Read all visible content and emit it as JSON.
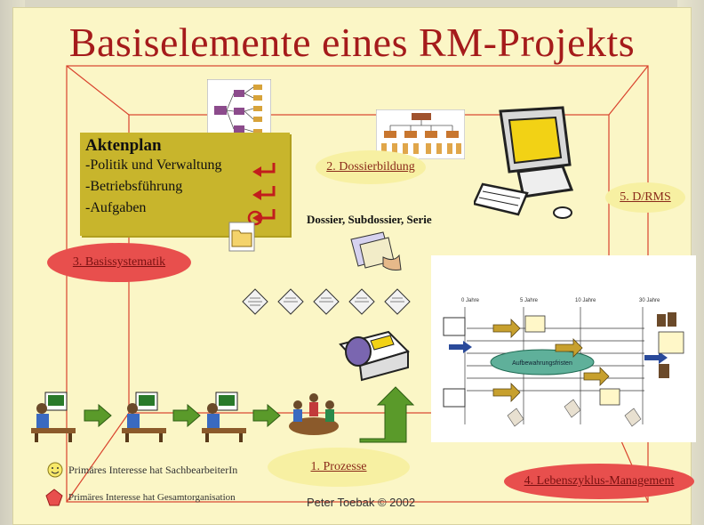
{
  "slide": {
    "title": "Basiselemente eines RM-Projekts",
    "author": "Peter Toebak © 2002"
  },
  "aktenplan": {
    "heading": "Aktenplan",
    "items": [
      "-Politik und Verwaltung",
      "-Betriebsführung",
      "-Aufgaben"
    ]
  },
  "ovals": {
    "dossierbildung": "2. Dossierbildung",
    "drms": "5. D/RMS",
    "basissystematik": "3. Basissystematik",
    "prozesse": "1. Prozesse",
    "lebenszyklus": "4. Lebenszyklus-Management"
  },
  "dossier_caption": "Dossier, Subdossier, Serie",
  "legend": {
    "smiley": "Primäres Interesse hat SachbearbeiterIn",
    "pentagon": "Primäres Interesse hat Gesamtorganisation"
  },
  "lifecycle": {
    "years": [
      "0 Jahre",
      "5 Jahre",
      "10 Jahre",
      "30 Jahre"
    ],
    "center": "Aufbewahrungsfristen"
  },
  "colors": {
    "title": "#a51b1b",
    "slide_bg": "#fbf6c6",
    "aktenplan_bg": "#c8b52c",
    "oval_yellow": "#f7f0a2",
    "oval_red": "#e84f4d",
    "frame_line": "#d9432e",
    "arrow_green": "#5a9a2a"
  },
  "icons": [
    "smiley-icon",
    "pentagon-icon",
    "computer-icon",
    "document-icon",
    "folder-icon",
    "workstation-icon",
    "meeting-icon",
    "scanner-icon",
    "paperwork-icon"
  ]
}
